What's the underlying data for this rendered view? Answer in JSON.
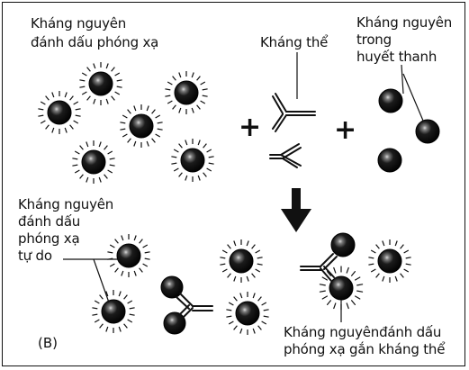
{
  "labels": {
    "radiolabeled_antigen": [
      "Kháng nguyên",
      "đánh dấu phóng xạ"
    ],
    "antibody": "Kháng thể",
    "serum_antigen": [
      "Kháng nguyên",
      "trong",
      "huyết thanh"
    ],
    "free_radiolabeled_antigen": [
      "Kháng nguyên",
      "đánh dấu",
      "phóng xạ",
      "tự do"
    ],
    "bound_radiolabeled_antigen": [
      "Kháng nguyênđánh dấu",
      "phóng xạ gắn kháng thể"
    ]
  },
  "symbols": {
    "plus": "+",
    "arrow": "down-arrow",
    "panel_tag": "(B)"
  },
  "colors": {
    "ink": "#111111",
    "background": "#ffffff",
    "sphere_highlight": "#cfcfcf"
  }
}
